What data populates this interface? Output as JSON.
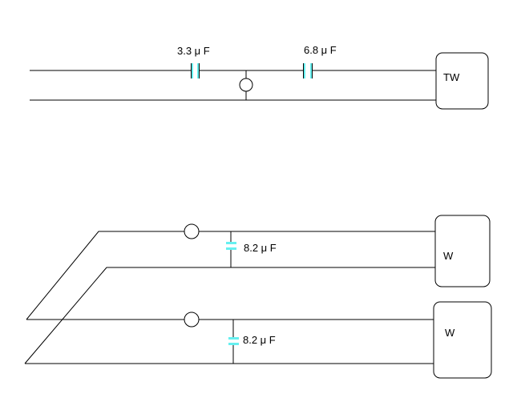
{
  "colors": {
    "background": "#ffffff",
    "wire": "#000000",
    "capacitor": "#66f0f0"
  },
  "tweeter_circuit": {
    "capacitor_1_label": "3.3 μ F",
    "capacitor_2_label": "6.8 μ F",
    "speaker_label": "TW"
  },
  "woofer_circuit_1": {
    "capacitor_label": "8.2 μ F",
    "speaker_label": "W"
  },
  "woofer_circuit_2": {
    "capacitor_label": "8.2 μ F",
    "speaker_label": "W"
  }
}
